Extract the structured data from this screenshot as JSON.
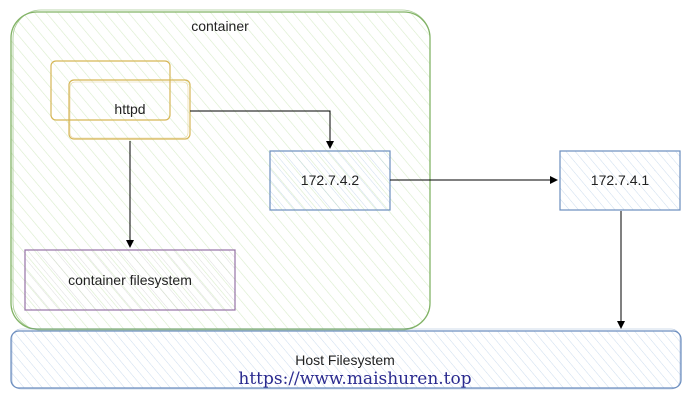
{
  "nodes": {
    "container": {
      "label": "container"
    },
    "httpd": {
      "label": "httpd"
    },
    "container_fs": {
      "label": "container filesystem"
    },
    "ip_container": {
      "label": "172.7.4.2"
    },
    "ip_host": {
      "label": "172.7.4.1"
    },
    "host_fs": {
      "label": "Host Filesystem"
    }
  },
  "edges": [
    {
      "from": "httpd",
      "to": "ip_container"
    },
    {
      "from": "httpd",
      "to": "container_fs"
    },
    {
      "from": "ip_container",
      "to": "ip_host"
    },
    {
      "from": "ip_host",
      "to": "host_fs"
    }
  ],
  "watermark": {
    "text": "https://www.maishuren.top"
  },
  "colors": {
    "container_stroke": "#82b366",
    "container_fill": "#e8f4dd",
    "httpd_stroke": "#d6b656",
    "fs_stroke": "#9673a6",
    "fs_fill": "#eeeeee",
    "ip_stroke": "#6c8ebf",
    "ip_fill": "#dde8f4",
    "hostfs_fill": "#e6f0f8",
    "edge": "#000000"
  }
}
